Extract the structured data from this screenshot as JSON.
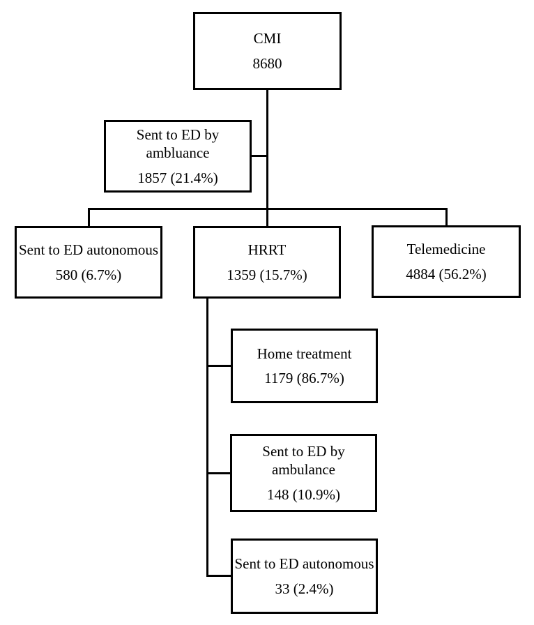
{
  "flowchart": {
    "root": {
      "label": "CMI",
      "value": "8680"
    },
    "side_branch": {
      "label": "Sent to ED by ambluance",
      "value": "1857 (21.4%)"
    },
    "level2": [
      {
        "label": "Sent to ED autonomous",
        "value": "580 (6.7%)"
      },
      {
        "label": "HRRT",
        "value": "1359 (15.7%)"
      },
      {
        "label": "Telemedicine",
        "value": "4884 (56.2%)"
      }
    ],
    "hrrt_children": [
      {
        "label": "Home treatment",
        "value": "1179 (86.7%)"
      },
      {
        "label": "Sent to ED by ambulance",
        "value": "148 (10.9%)"
      },
      {
        "label": "Sent to ED autonomous",
        "value": "33 (2.4%)"
      }
    ],
    "colors": {
      "box_border": "#000000",
      "background": "#ffffff",
      "text": "#000000"
    }
  }
}
